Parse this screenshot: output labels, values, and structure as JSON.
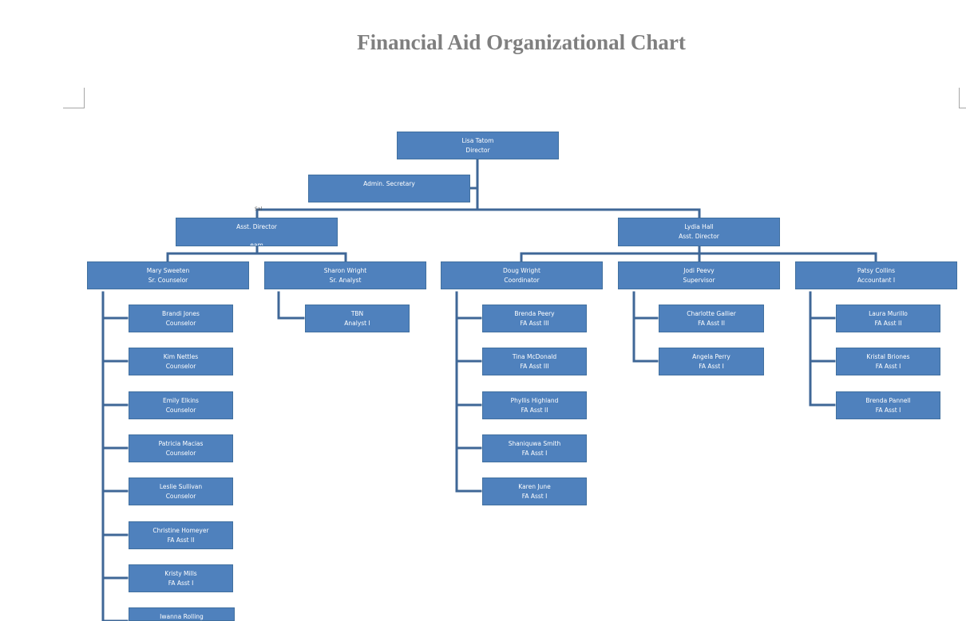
{
  "title": "Financial Aid Organizational Chart",
  "stray_text": "Sal",
  "colors": {
    "box_fill": "#4f81bd",
    "connector": "#3f6797",
    "title": "#7f7f7f"
  },
  "org": {
    "director": {
      "name": "Lisa Tatom",
      "role": "Director"
    },
    "admin": {
      "name": "",
      "role": "Admin. Secretary"
    },
    "asst_left": {
      "name": "",
      "role": "Asst. Director",
      "note": "eam"
    },
    "asst_right": {
      "name": "Lydia Hall",
      "role": "Asst. Director"
    },
    "mary": {
      "name": "Mary Sweeten",
      "role": "Sr. Counselor"
    },
    "sharon": {
      "name": "Sharon Wright",
      "role": "Sr. Analyst"
    },
    "doug": {
      "name": "Doug Wright",
      "role": "Coordinator"
    },
    "jodi": {
      "name": "Jodi Peevy",
      "role": "Supervisor"
    },
    "patsy": {
      "name": "Patsy Collins",
      "role": "Accountant I"
    },
    "mary_team": [
      {
        "name": "Brandi Jones",
        "role": "Counselor"
      },
      {
        "name": "Kim Nettles",
        "role": "Counselor"
      },
      {
        "name": "Emily Elkins",
        "role": "Counselor"
      },
      {
        "name": "Patricia Macias",
        "role": "Counselor"
      },
      {
        "name": "Leslie Sullivan",
        "role": "Counselor"
      },
      {
        "name": "Christine Homeyer",
        "role": "FA Asst II"
      },
      {
        "name": "Kristy Mills",
        "role": "FA Asst I"
      },
      {
        "name": "Iwanna Rolling",
        "role": ""
      }
    ],
    "sharon_team": [
      {
        "name": "TBN",
        "role": "Analyst I"
      }
    ],
    "doug_team": [
      {
        "name": "Brenda Peery",
        "role": "FA Asst III"
      },
      {
        "name": "Tina McDonald",
        "role": "FA Asst III"
      },
      {
        "name": "Phyllis Highland",
        "role": "FA Asst II"
      },
      {
        "name": "Shaniquwa Smith",
        "role": "FA Asst I"
      },
      {
        "name": "Karen June",
        "role": "FA Asst I"
      }
    ],
    "jodi_team": [
      {
        "name": "Charlotte Gallier",
        "role": "FA Asst II"
      },
      {
        "name": "Angela Perry",
        "role": "FA Asst I"
      }
    ],
    "patsy_team": [
      {
        "name": "Laura Murillo",
        "role": "FA Asst II"
      },
      {
        "name": "Kristal Briones",
        "role": "FA Asst I"
      },
      {
        "name": "Brenda Pannell",
        "role": "FA Asst I"
      }
    ]
  }
}
